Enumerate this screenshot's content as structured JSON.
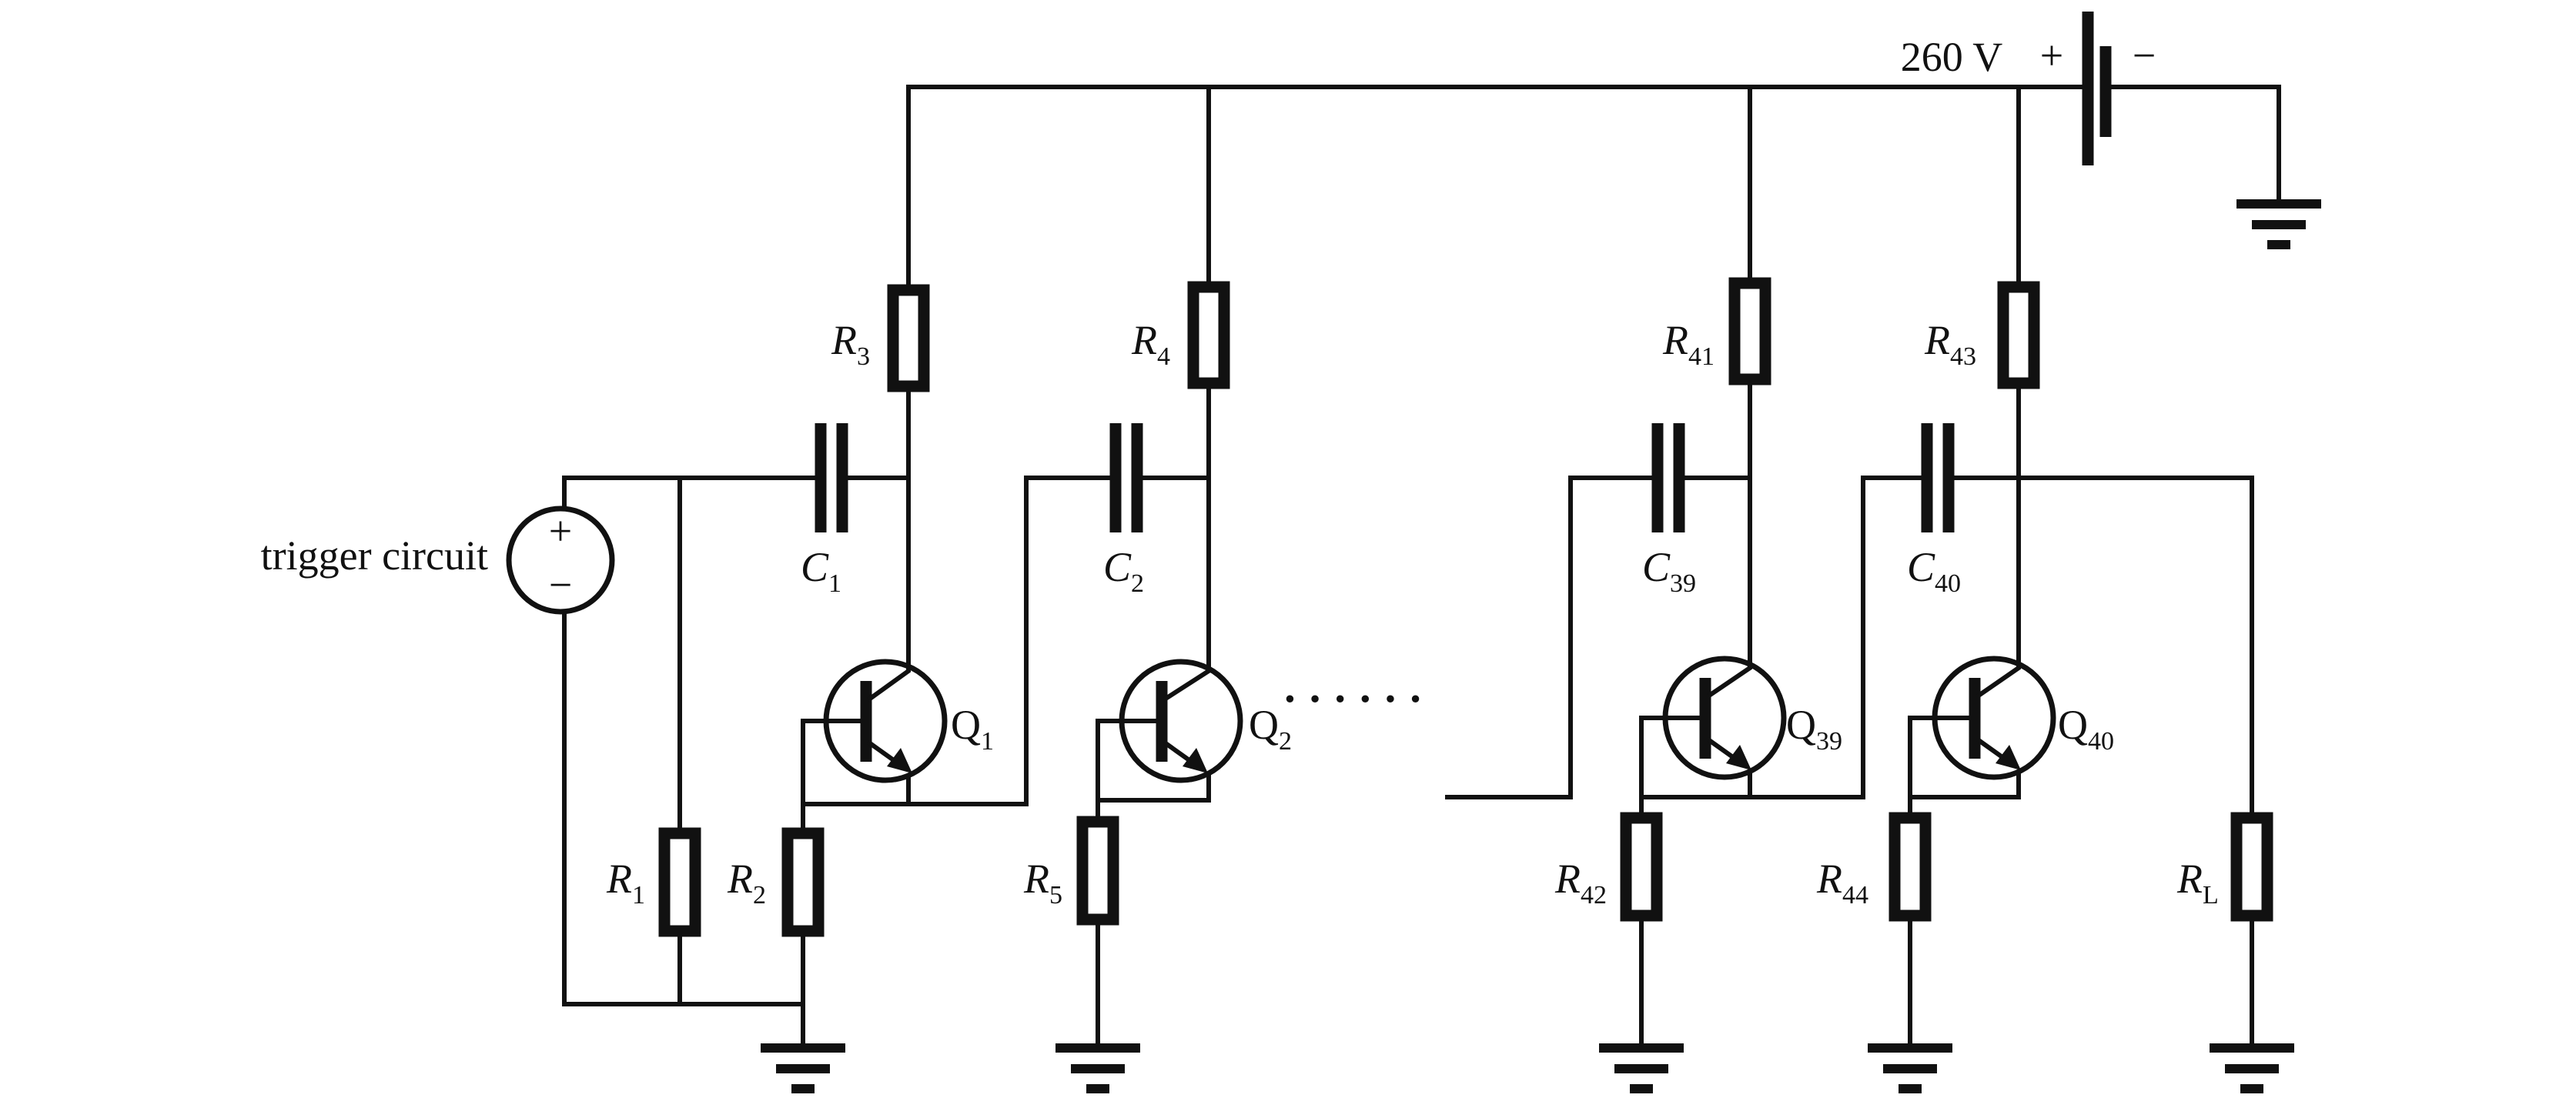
{
  "supply": {
    "voltage": "260 V",
    "plus": "+",
    "minus": "−"
  },
  "trigger": {
    "label": "trigger circuit",
    "plus": "+",
    "minus": "−"
  },
  "ellipsis": "······",
  "components": {
    "R1": {
      "letter": "R",
      "sub": "1"
    },
    "R2": {
      "letter": "R",
      "sub": "2"
    },
    "R3": {
      "letter": "R",
      "sub": "3"
    },
    "R4": {
      "letter": "R",
      "sub": "4"
    },
    "R5": {
      "letter": "R",
      "sub": "5"
    },
    "R41": {
      "letter": "R",
      "sub": "41"
    },
    "R42": {
      "letter": "R",
      "sub": "42"
    },
    "R43": {
      "letter": "R",
      "sub": "43"
    },
    "R44": {
      "letter": "R",
      "sub": "44"
    },
    "RL": {
      "letter": "R",
      "sub": "L"
    },
    "C1": {
      "letter": "C",
      "sub": "1"
    },
    "C2": {
      "letter": "C",
      "sub": "2"
    },
    "C39": {
      "letter": "C",
      "sub": "39"
    },
    "C40": {
      "letter": "C",
      "sub": "40"
    },
    "Q1": {
      "letter": "Q",
      "sub": "1"
    },
    "Q2": {
      "letter": "Q",
      "sub": "2"
    },
    "Q39": {
      "letter": "Q",
      "sub": "39"
    },
    "Q40": {
      "letter": "Q",
      "sub": "40"
    }
  }
}
